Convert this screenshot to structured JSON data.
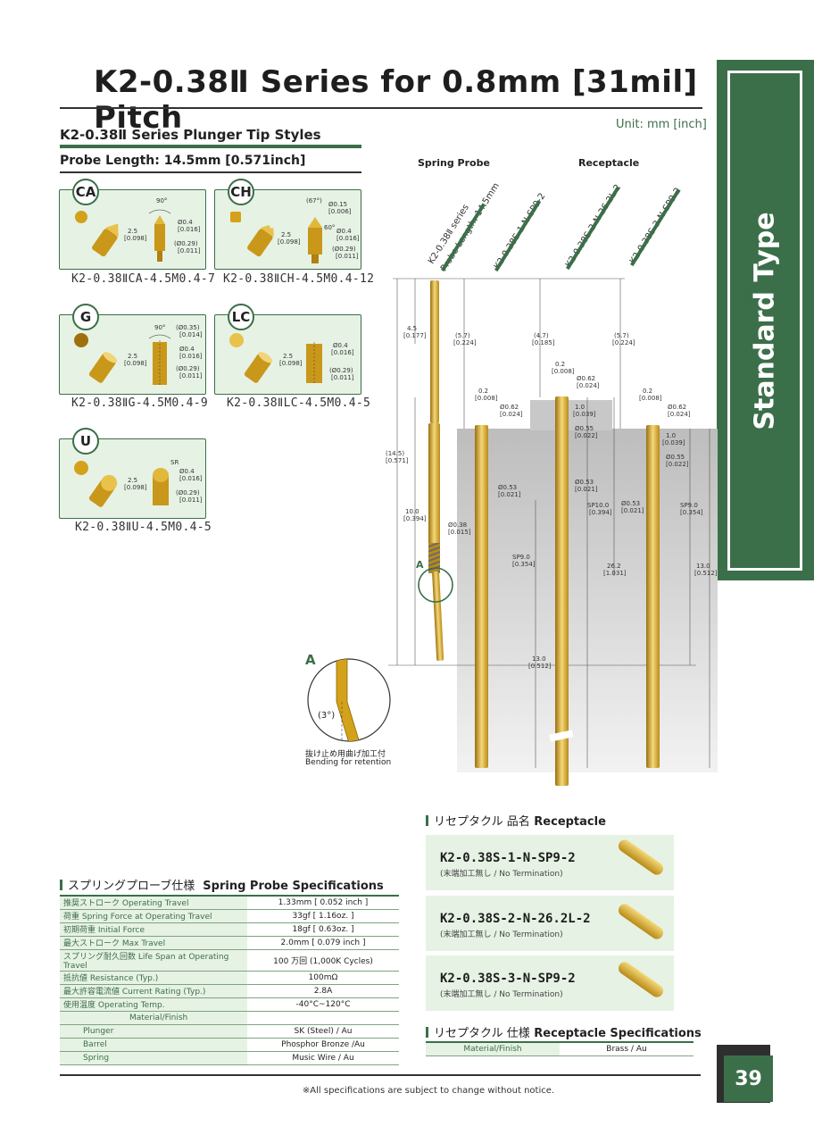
{
  "header": {
    "title": "K2-0.38Ⅱ Series for 0.8mm [31mil] Pitch",
    "side_tab": "Standard Type",
    "unit": "Unit: mm [inch]"
  },
  "tip_section": {
    "heading": "K2-0.38Ⅱ Series Plunger Tip Styles",
    "probe_length": "Probe Length: 14.5mm [0.571inch]",
    "tips": [
      {
        "code": "CA",
        "label": "K2-0.38ⅡCA-4.5M0.4-7",
        "dims": [
          "90°",
          "Ø0.4",
          "[0.016]",
          "2.5",
          "[0.098]",
          "(Ø0.29)",
          "[0.011]"
        ]
      },
      {
        "code": "CH",
        "label": "K2-0.38ⅡCH-4.5M0.4-12",
        "dims": [
          "(67°)",
          "Ø0.15",
          "[0.006]",
          "60°",
          "Ø0.4",
          "[0.016]",
          "2.5",
          "[0.098]",
          "(Ø0.29)",
          "[0.011]"
        ]
      },
      {
        "code": "G",
        "label": "K2-0.38ⅡG-4.5M0.4-9",
        "dims": [
          "90°",
          "(Ø0.35)",
          "[0.014]",
          "Ø0.4",
          "[0.016]",
          "2.5",
          "[0.098]",
          "(Ø0.29)",
          "[0.011]"
        ]
      },
      {
        "code": "LC",
        "label": "K2-0.38ⅡLC-4.5M0.4-5",
        "dims": [
          "Ø0.4",
          "[0.016]",
          "2.5",
          "[0.098]",
          "(Ø0.29)",
          "[0.011]"
        ]
      },
      {
        "code": "U",
        "label": "K2-0.38ⅡU-4.5M0.4-5",
        "dims": [
          "SR",
          "Ø0.4",
          "[0.016]",
          "2.5",
          "[0.098]",
          "(Ø0.29)",
          "[0.011]"
        ]
      }
    ]
  },
  "drawing": {
    "label_spring_probe": "Spring Probe",
    "label_receptacle": "Receptacle",
    "tag_series": "K2-0.38Ⅱ series",
    "tag_length": "Probe Length: 14.5mm",
    "tag_rec1": "K2-0.38S-1-N-SP9-2",
    "tag_rec2": "K2-0.38S-2-N-26.2L-2",
    "tag_rec3": "K2-0.38S-3-N-SP9-2",
    "dims": {
      "d1": "4.5",
      "d1i": "[0.177]",
      "d2": "(5.7)",
      "d2i": "[0.224]",
      "d3": "(4.7)",
      "d3i": "[0.185]",
      "d4": "(5.7)",
      "d4i": "[0.224]",
      "d5": "(14.5)",
      "d5i": "[0.571]",
      "d6": "10.0",
      "d6i": "[0.394]",
      "d7": "Ø0.38",
      "d7i": "[0.015]",
      "d8": "0.2",
      "d8i": "[0.008]",
      "d9": "Ø0.62",
      "d9i": "[0.024]",
      "d10": "Ø0.53",
      "d10i": "[0.021]",
      "d11": "SP9.0",
      "d11i": "[0.354]",
      "d12": "13.0",
      "d12i": "[0.512]",
      "d13": "0.2",
      "d13i": "[0.008]",
      "d14": "Ø0.62",
      "d14i": "[0.024]",
      "d15": "1.0",
      "d15i": "[0.039]",
      "d16": "Ø0.55",
      "d16i": "[0.022]",
      "d17": "Ø0.53",
      "d17i": "[0.021]",
      "d18": "SP10.0",
      "d18i": "[0.394]",
      "d19": "26.2",
      "d19i": "[1.031]",
      "d20": "0.2",
      "d20i": "[0.008]",
      "d21": "Ø0.62",
      "d21i": "[0.024]",
      "d22": "1.0",
      "d22i": "[0.039]",
      "d23": "Ø0.55",
      "d23i": "[0.022]",
      "d24": "Ø0.53",
      "d24i": "[0.021]",
      "d25": "SP9.0",
      "d25i": "[0.354]",
      "d26": "13.0",
      "d26i": "[0.512]"
    },
    "detail_mark": "A",
    "detail_angle": "(3°)",
    "detail_note_jp": "抜け止め用曲げ加工付",
    "detail_note_en": "Bending for retention"
  },
  "spring_specs": {
    "heading_jp": "スプリングプローブ仕様",
    "heading_en": "Spring Probe Specifications",
    "rows": [
      {
        "k": "推奨ストローク  Operating Travel",
        "v": "1.33mm [ 0.052 inch ]"
      },
      {
        "k": "荷重  Spring Force at Operating Travel",
        "v": "33gf [ 1.16oz. ]"
      },
      {
        "k": "初期荷重  Initial Force",
        "v": "18gf [ 0.63oz. ]"
      },
      {
        "k": "最大ストローク  Max Travel",
        "v": "2.0mm [ 0.079 inch ]"
      },
      {
        "k": "スプリング耐久回数 Life Span at Operating Travel",
        "v": "100 万回 (1,000K Cycles)"
      },
      {
        "k": "抵抗値  Resistance (Typ.)",
        "v": "100mΩ"
      },
      {
        "k": "最大許容電流値  Current Rating (Typ.)",
        "v": "2.8A"
      },
      {
        "k": "使用温度  Operating Temp.",
        "v": "-40°C~120°C"
      }
    ],
    "material_title": "Material/Finish",
    "materials": [
      {
        "k": "Plunger",
        "v": "SK (Steel) / Au"
      },
      {
        "k": "Barrel",
        "v": "Phosphor Bronze /Au"
      },
      {
        "k": "Spring",
        "v": "Music Wire / Au"
      }
    ]
  },
  "receptacle_names": {
    "heading_jp": "リセプタクル 品名",
    "heading_en": "Receptacle",
    "items": [
      {
        "name": "K2-0.38S-1-N-SP9-2",
        "sub": "(末端加工無し / No Termination)"
      },
      {
        "name": "K2-0.38S-2-N-26.2L-2",
        "sub": "(末端加工無し / No Termination)"
      },
      {
        "name": "K2-0.38S-3-N-SP9-2",
        "sub": "(末端加工無し / No Termination)"
      }
    ]
  },
  "receptacle_specs": {
    "heading_jp": "リセプタクル 仕様",
    "heading_en": "Receptacle Specifications",
    "material_label": "Material/Finish",
    "material_value": "Brass / Au"
  },
  "footer": {
    "note": "※All specifications are subject to change without notice.",
    "page": "39"
  },
  "colors": {
    "accent": "#3b6f49",
    "panel": "#e6f2e4",
    "gold": "#d4a21a"
  }
}
